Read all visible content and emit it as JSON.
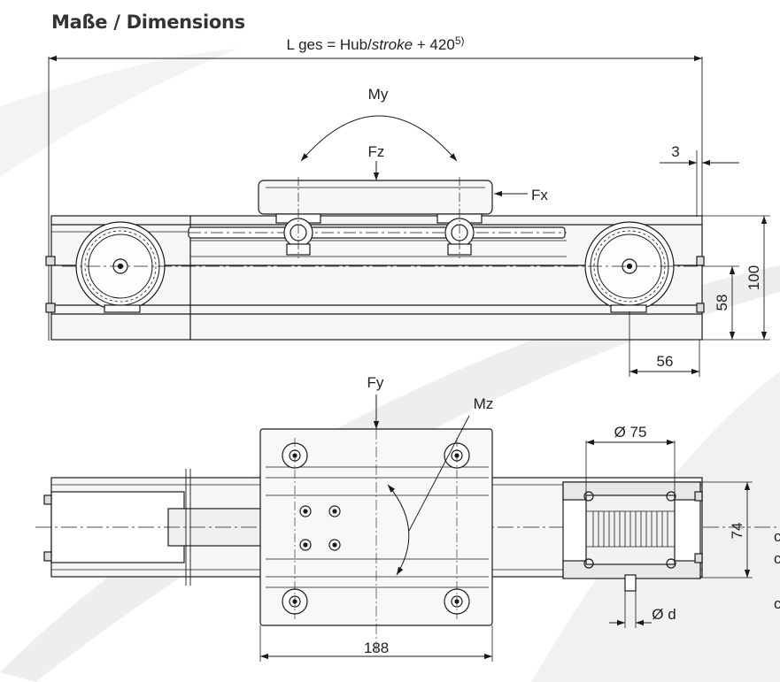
{
  "title": "Maße / Dimensions",
  "dimensions": {
    "overall_prefix": "L ges = Hub/",
    "overall_italic": "stroke",
    "overall_suffix": " + 420",
    "overall_footnote": "5)",
    "gap": "3",
    "height_total": "100",
    "height_axis": "58",
    "end_width": "56",
    "carriage_width": "188",
    "pulley_diameter": "Ø 75",
    "profile_height": "74",
    "shaft_diameter": "Ø d"
  },
  "loads": {
    "my": "My",
    "fz": "Fz",
    "fx": "Fx",
    "fy": "Fy",
    "mz": "Mz"
  },
  "edge_text": {
    "c1": "c",
    "c2": "c",
    "c3": "c"
  },
  "colors": {
    "line": "#1a1a1a",
    "fill": "#f4f4f4",
    "title": "#333333",
    "swoosh": "#ececec"
  }
}
